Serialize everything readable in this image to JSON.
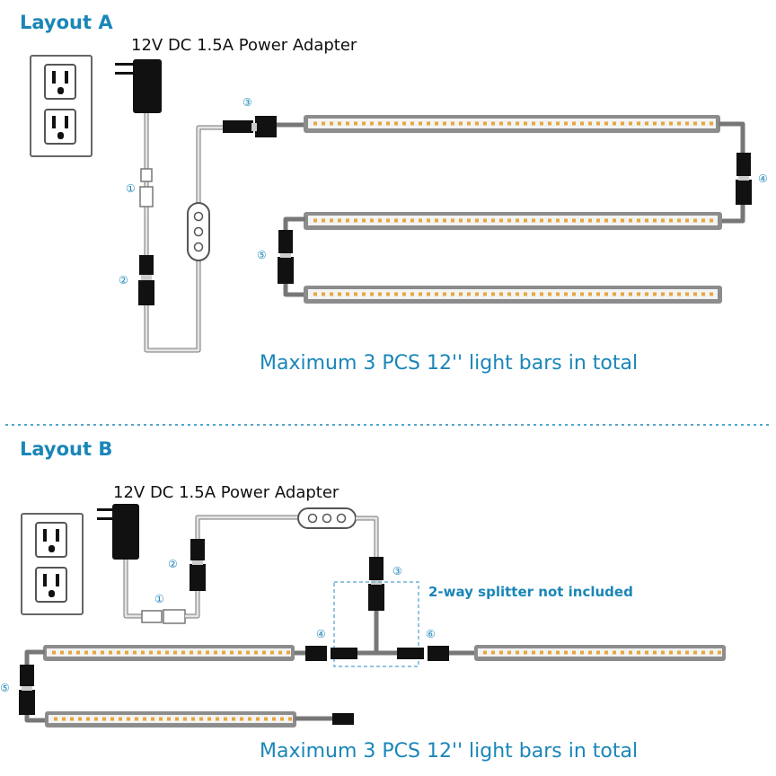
{
  "layout_a": {
    "title": "Layout A",
    "adapter_label": "12V DC 1.5A Power Adapter",
    "caption": "Maximum 3 PCS 12'' light bars in total",
    "markers": [
      "①",
      "②",
      "③",
      "④",
      "⑤"
    ]
  },
  "layout_b": {
    "title": "Layout B",
    "adapter_label": "12V DC 1.5A Power Adapter",
    "splitter_note": "2-way splitter not included",
    "caption": "Maximum 3 PCS 12'' light bars in total",
    "markers": [
      "①",
      "②",
      "③",
      "④",
      "⑤",
      "⑥"
    ]
  },
  "colors": {
    "accent": "#1a86b8",
    "wire": "#777777",
    "connector": "#111111",
    "led": "#e7a73f"
  },
  "icons": [
    "wall-outlet-icon",
    "power-adapter-icon",
    "inline-switch-icon",
    "connector-icon",
    "light-bar-icon"
  ]
}
